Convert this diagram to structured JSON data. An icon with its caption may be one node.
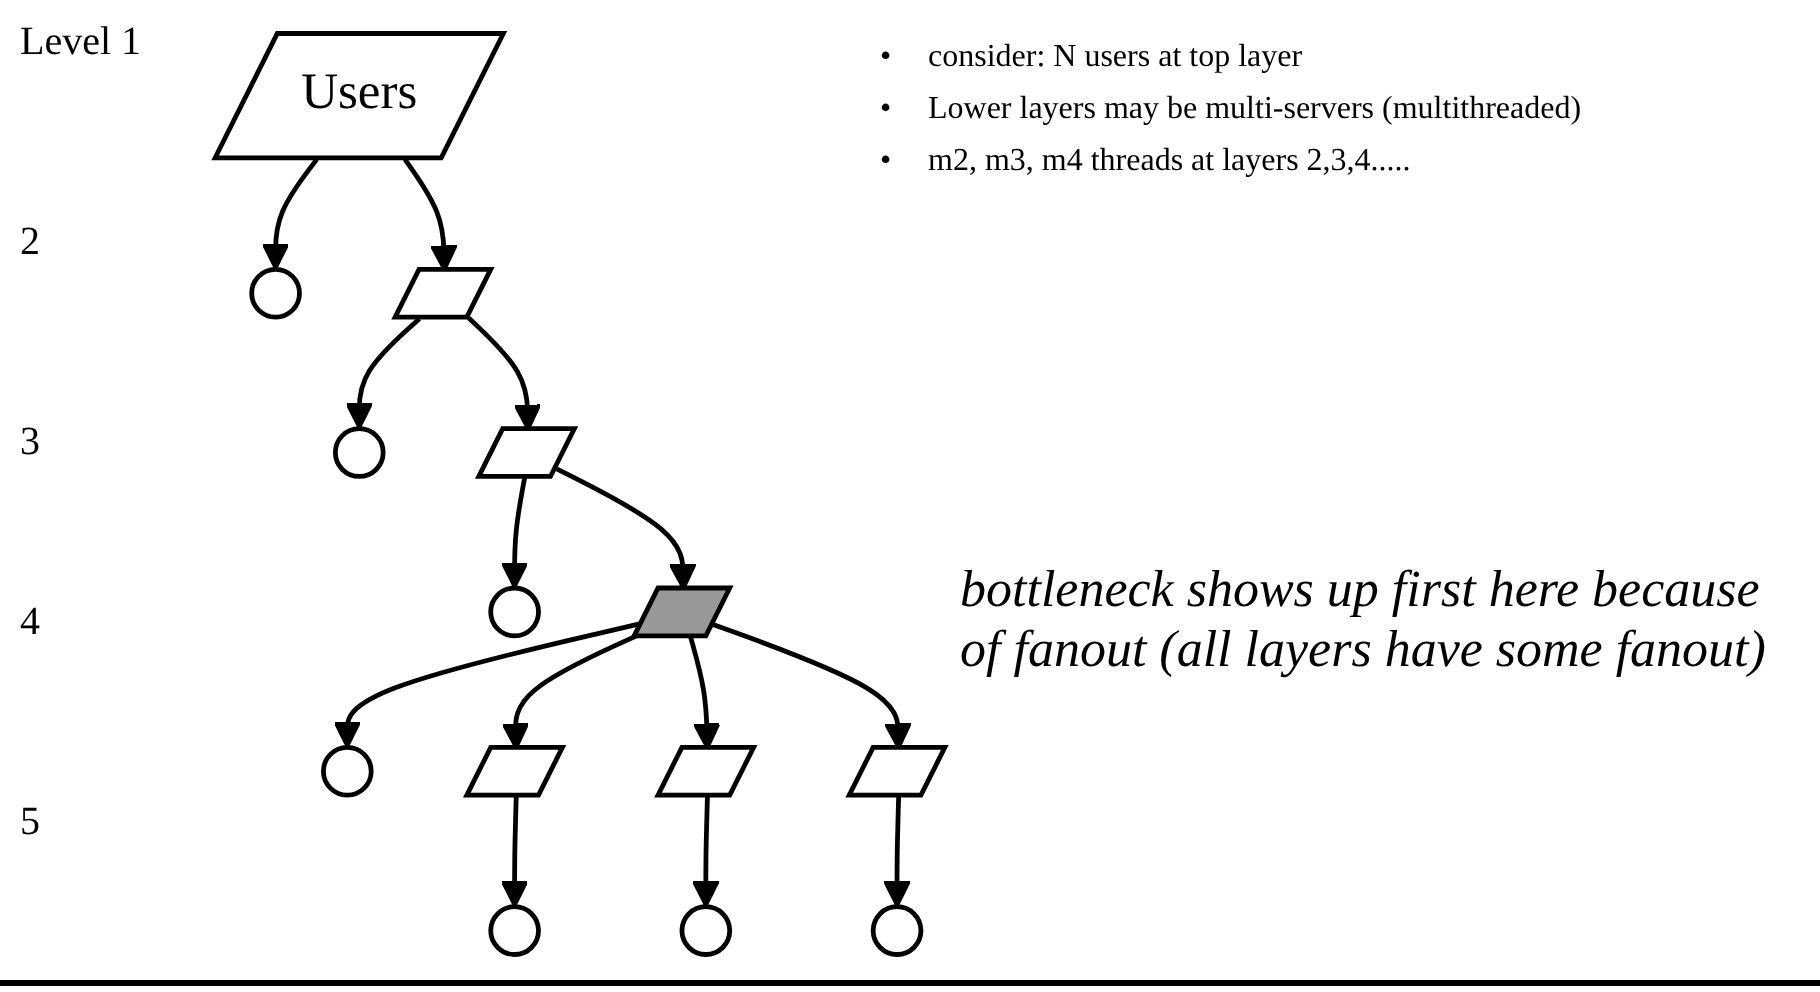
{
  "diagram": {
    "nodes": [
      {
        "text": [
          "Users"
        ]
      },
      {
        "text": [],
        "shape": "circle"
      },
      {
        "text": [],
        "shape": "parallelogram"
      },
      {
        "text": [],
        "shape": "circle"
      },
      {
        "text": [],
        "shape": "parallelogram"
      },
      {
        "text": [],
        "shape": "circle"
      },
      {
        "text": [],
        "shape": "parallelogram"
      },
      {
        "text": [],
        "shape": "circle"
      },
      {
        "text": [],
        "shape": "parallelogram"
      },
      {
        "text": [],
        "shape": "parallelogram"
      },
      {
        "text": [],
        "shape": "parallelogram"
      },
      {
        "text": [],
        "shape": "circle"
      },
      {
        "text": [],
        "shape": "circle"
      },
      {
        "text": [],
        "shape": "circle"
      }
    ],
    "edges": [
      {
        "from": 0,
        "to": 1,
        "arrow": "to"
      },
      {
        "from": 0,
        "to": 2,
        "arrow": "to"
      },
      {
        "from": 2,
        "to": 3,
        "arrow": "to"
      },
      {
        "from": 2,
        "to": 4,
        "arrow": "to"
      },
      {
        "from": 4,
        "to": 5,
        "arrow": "to"
      },
      {
        "from": 4,
        "to": 6,
        "arrow": "to"
      },
      {
        "from": 6,
        "to": 7,
        "arrow": "to"
      },
      {
        "from": 6,
        "to": 8,
        "arrow": "to"
      },
      {
        "from": 6,
        "to": 9,
        "arrow": "to"
      },
      {
        "from": 6,
        "to": 10,
        "arrow": "to"
      },
      {
        "from": 8,
        "to": 11,
        "arrow": "to"
      },
      {
        "from": 9,
        "to": 12,
        "arrow": "to"
      },
      {
        "from": 10,
        "to": 13,
        "arrow": "to"
      }
    ],
    "labels": [
      "Level 1",
      "•",
      "consider: N users at top layer",
      "•",
      "Lower layers may be multi-servers (multithreaded)",
      "2",
      "•",
      "m2, m3, m4 threads at layers 2,3,4.....",
      "3",
      "4",
      "bottleneck shows up first here because of fanout (all layers have some fanout)",
      "5"
    ]
  }
}
